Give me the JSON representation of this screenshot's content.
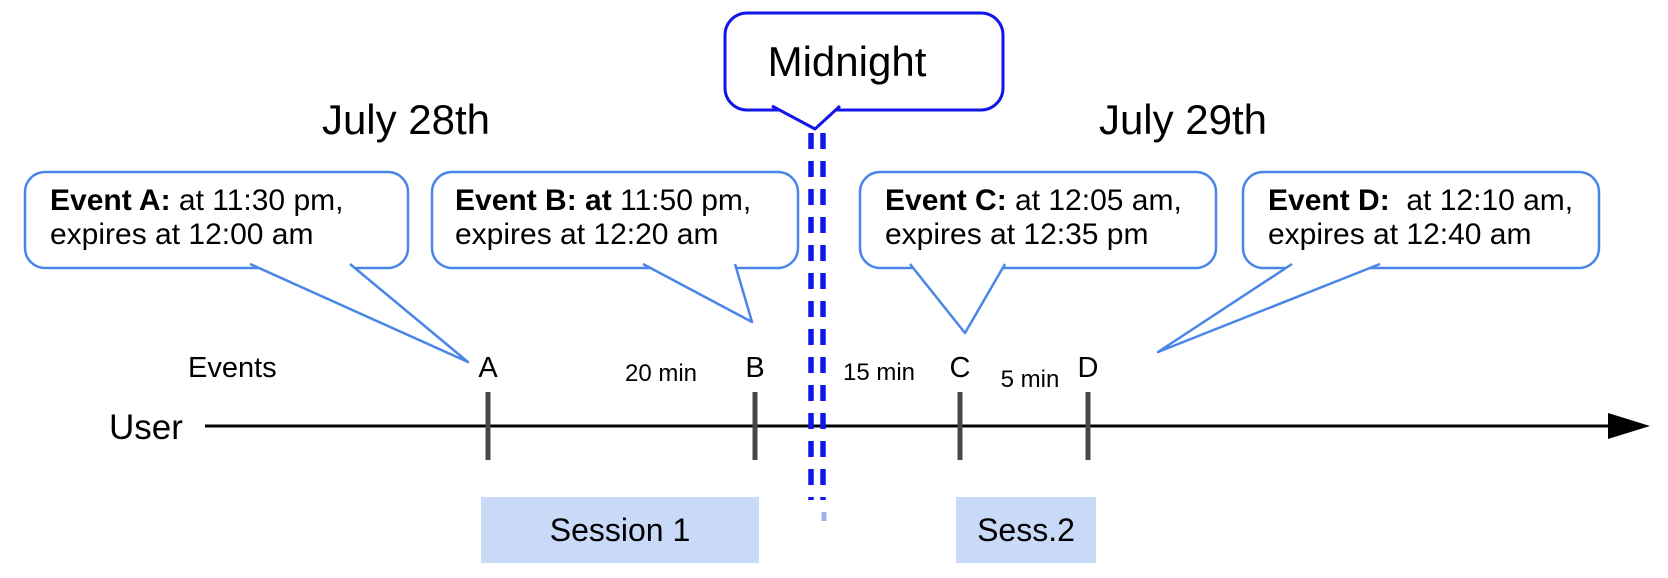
{
  "diagram": {
    "dates": {
      "left": "July 28th",
      "right": "July 29th"
    },
    "midnight": {
      "label": "Midnight"
    },
    "callouts": [
      {
        "event": "A",
        "lead": "Event A:",
        "time": " at 11:30 pm,",
        "expiry": "expires at 12:00 am"
      },
      {
        "event": "B",
        "lead": "Event B: at",
        "time": " 11:50 pm,",
        "expiry": "expires at 12:20 am"
      },
      {
        "event": "C",
        "lead": "Event C:",
        "time": " at 12:05 am,",
        "expiry": "expires at 12:35 pm"
      },
      {
        "event": "D",
        "lead": "Event D:",
        "time": "  at 12:10 am,",
        "expiry": "expires at 12:40 am"
      }
    ],
    "timeline": {
      "events_label": "Events",
      "user_label": "User",
      "markers": [
        "A",
        "B",
        "C",
        "D"
      ],
      "intervals": [
        "20 min",
        "15 min",
        "5 min"
      ]
    },
    "sessions": [
      {
        "label": "Session 1"
      },
      {
        "label": "Sess.2"
      }
    ],
    "colors": {
      "callout_border": "#4a86e8",
      "midnight_blue": "#1316e8",
      "session_fill": "#c9daf8",
      "tick": "#474747",
      "axis": "#000000"
    }
  }
}
